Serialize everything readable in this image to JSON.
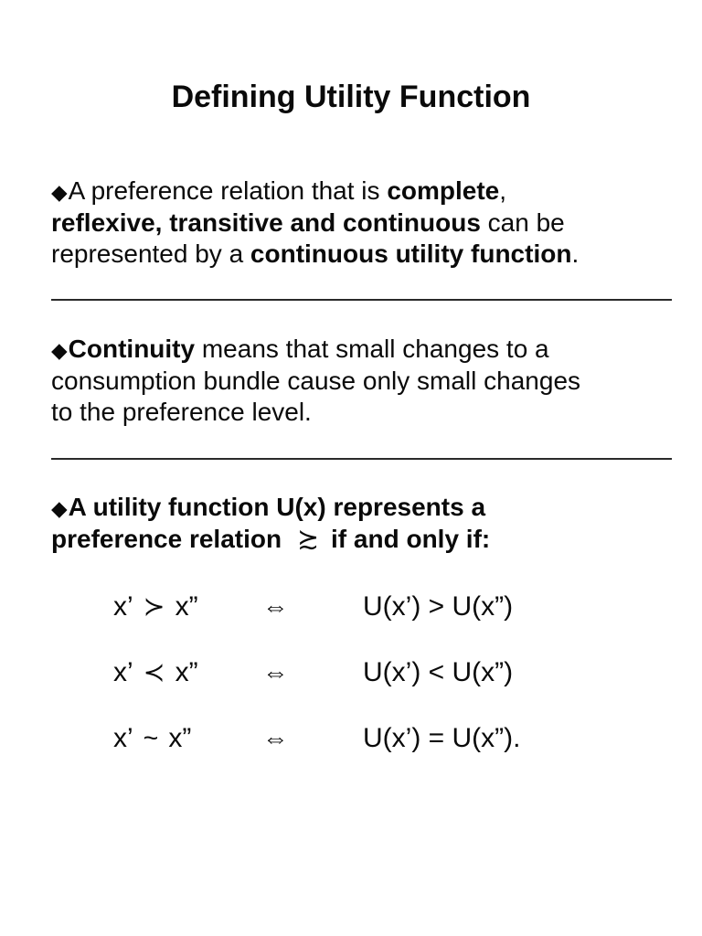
{
  "slide": {
    "title": "Defining Utility Function",
    "bullet_glyph": "◆",
    "bullets": [
      {
        "lines": [
          {
            "bullet": true,
            "segments": [
              {
                "text": "A preference relation that is ",
                "bold": false
              },
              {
                "text": "complete",
                "bold": true
              },
              {
                "text": ",",
                "bold": false
              }
            ]
          },
          {
            "segments": [
              {
                "text": "reflexive, transitive and continuous",
                "bold": true
              },
              {
                "text": " can be",
                "bold": false
              }
            ]
          },
          {
            "segments": [
              {
                "text": "represented by a ",
                "bold": false
              },
              {
                "text": "continuous utility function",
                "bold": true
              },
              {
                "text": ".",
                "bold": false
              }
            ]
          }
        ]
      },
      {
        "lines": [
          {
            "bullet": true,
            "segments": [
              {
                "text": "Continuity",
                "bold": true
              },
              {
                "text": " means that small changes to a",
                "bold": false
              }
            ]
          },
          {
            "segments": [
              {
                "text": "consumption bundle cause only small changes",
                "bold": false
              }
            ]
          },
          {
            "segments": [
              {
                "text": "to the preference level.",
                "bold": false
              }
            ]
          }
        ]
      },
      {
        "lines": [
          {
            "bullet": true,
            "segments": [
              {
                "text": "A utility function U(x) represents a",
                "bold": true
              }
            ]
          },
          {
            "segments": [
              {
                "text": "preference relation",
                "bold": true
              },
              {
                "text": "≿",
                "bold": false,
                "symbol": true
              },
              {
                "text": "if and only if:",
                "bold": true
              }
            ]
          }
        ]
      }
    ],
    "relations": [
      {
        "left": "x’",
        "relation": "≻",
        "right": "x”",
        "arrow": "⇔",
        "result": "U(x’) > U(x”)"
      },
      {
        "left": "x’",
        "relation": "≺",
        "right": "x”",
        "arrow": "⇔",
        "result": "U(x’) < U(x”)"
      },
      {
        "left": "x’",
        "relation": "~",
        "right": "x”",
        "arrow": "⇔",
        "result": "U(x’) = U(x”)."
      }
    ]
  }
}
